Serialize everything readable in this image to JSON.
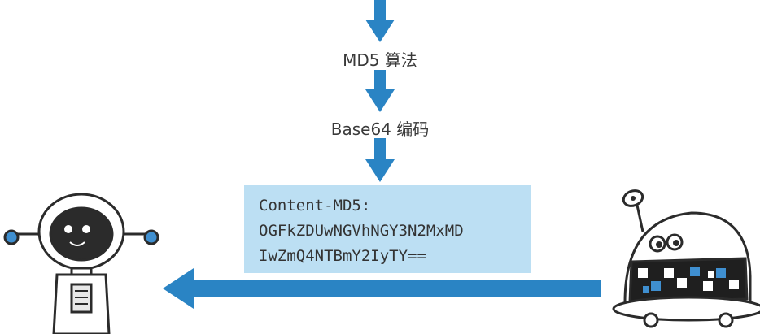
{
  "steps": {
    "md5_label": "MD5 算法",
    "base64_label": "Base64 编码"
  },
  "header": {
    "lines": [
      "Content-MD5:",
      "OGFkZDUwNGVhNGY3N2MxMD",
      "IwZmQ4NTBmY2IyTY=="
    ]
  },
  "colors": {
    "arrow": "#2a84c4",
    "header_bg": "#bcdff3",
    "robot_outline": "#2b2b2b",
    "accent_blue": "#3f8fd0",
    "robot_body": "#ffffff"
  }
}
